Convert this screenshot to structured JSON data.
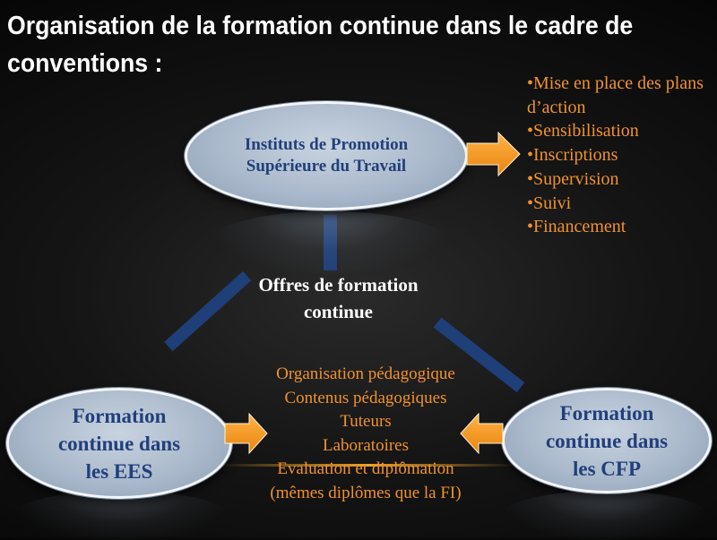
{
  "title": "Organisation de la formation continue dans le cadre de conventions :",
  "diagram": {
    "top_node": {
      "label": "Instituts de Promotion\nSupérieure du Travail"
    },
    "left_node": {
      "label": "Formation\ncontinue dans\nles EES"
    },
    "right_node": {
      "label": "Formation\ncontinue dans\nles CFP"
    },
    "center": {
      "title": "Offres de formation continue"
    },
    "top_actions": [
      "•Mise en place des plans d’action",
      "•Sensibilisation",
      "•Inscriptions",
      "•Supervision",
      "•Suivi",
      "•Financement"
    ],
    "center_items": [
      "Organisation pédagogique",
      "Contenus pédagogiques",
      "Tuteurs",
      "Laboratoires",
      "Evaluation et diplômation",
      "(mêmes diplômes que la FI)"
    ]
  },
  "colors": {
    "background": "#000000",
    "title_text": "#ffffff",
    "node_fill": "#aab9cb",
    "node_text": "#213f7a",
    "connector": "#1f3f78",
    "arrow_orange": "#f39a1c",
    "list_text": "#f0922e"
  },
  "icons": [
    "arrow-right-icon",
    "arrow-right-icon",
    "arrow-left-icon"
  ]
}
